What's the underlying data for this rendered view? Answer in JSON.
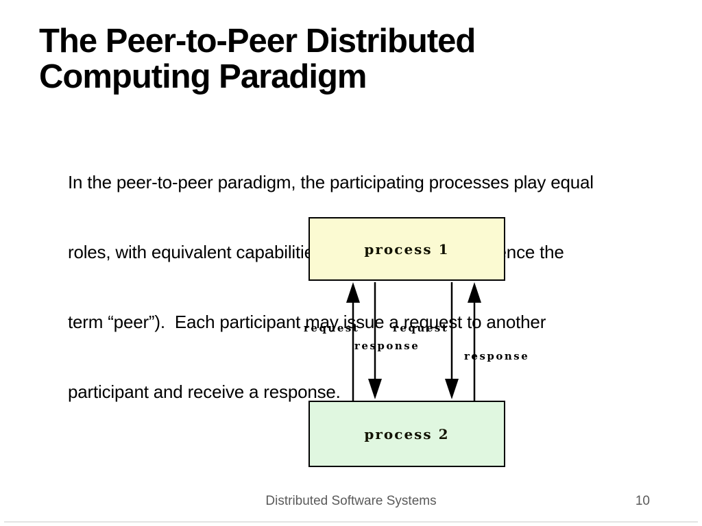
{
  "slide": {
    "title": "The Peer-to-Peer Distributed Computing Paradigm",
    "body_lines": [
      "In the peer-to-peer paradigm, the participating processes play equal",
      "roles, with equivalent capabilities and responsibilities (hence the",
      "term “peer”).  Each participant may issue a request to another",
      "participant and receive a response."
    ],
    "footer": {
      "center_text": "Distributed Software Systems",
      "page_number": "10"
    }
  },
  "diagram": {
    "process1": {
      "label": "process 1",
      "fill": "#FBFAD2",
      "border": "#000000"
    },
    "process2": {
      "label": "process 2",
      "fill": "#E0F7E0",
      "border": "#000000"
    },
    "labels": [
      {
        "text": "request"
      },
      {
        "text": "request"
      },
      {
        "text": "response"
      },
      {
        "text": "response"
      }
    ],
    "arrow_color": "#000000"
  },
  "colors": {
    "background": "#FFFFFF",
    "title_text": "#000000",
    "body_text": "#000000",
    "footer_text": "#5A5A5A",
    "divider": "#E3E3E3"
  }
}
